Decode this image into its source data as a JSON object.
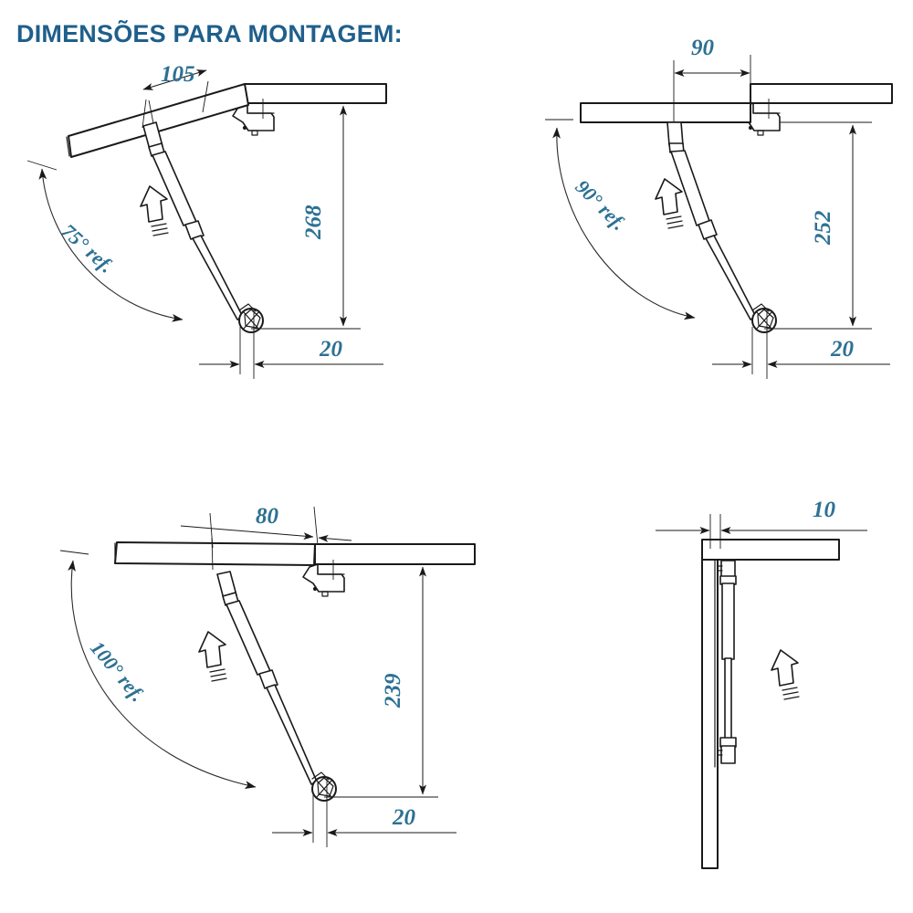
{
  "page": {
    "title": "DIMENSÕES PARA MONTAGEM:",
    "title_color": "#1f5f8b",
    "dimension_text_color": "#2d7193",
    "line_color": "#1a1a1a",
    "background": "#ffffff",
    "language": "pt-BR",
    "drawing_type": "technical-assembly-dimension-drawing",
    "subject": "gas spring lift support mounting dimensions"
  },
  "views": [
    {
      "id": "view-top-left",
      "position": "top-left",
      "description": "Flap door opened at 75 degrees with gas spring",
      "angle_label": "75° ref.",
      "angle_value": 75,
      "horizontal_dimension": "105",
      "vertical_dimension": "268",
      "offset_dimension": "20",
      "arrow_icon": "up-arrow-lift-icon"
    },
    {
      "id": "view-top-right",
      "position": "top-right",
      "description": "Flap door opened at 90 degrees with gas spring",
      "angle_label": "90° ref.",
      "angle_value": 90,
      "horizontal_dimension": "90",
      "vertical_dimension": "252",
      "offset_dimension": "20",
      "arrow_icon": "up-arrow-lift-icon"
    },
    {
      "id": "view-bottom-left",
      "position": "bottom-left",
      "description": "Flap door opened at 100 degrees with gas spring",
      "angle_label": "100° ref.",
      "angle_value": 100,
      "horizontal_dimension": "80",
      "vertical_dimension": "239",
      "offset_dimension": "20",
      "arrow_icon": "up-arrow-lift-icon"
    },
    {
      "id": "view-bottom-right",
      "position": "bottom-right",
      "description": "Side elevation view of cabinet with gas spring mounted on side panel",
      "angle_label": "",
      "angle_value": null,
      "horizontal_dimension": "",
      "vertical_dimension": "",
      "offset_dimension": "10",
      "arrow_icon": "up-arrow-lift-icon"
    }
  ],
  "labels": {
    "d105": "105",
    "d268": "268",
    "d20_a": "20",
    "a75": "75° ref.",
    "d90": "90",
    "d252": "252",
    "d20_b": "20",
    "a90": "90° ref.",
    "d80": "80",
    "d239": "239",
    "d20_c": "20",
    "a100": "100° ref.",
    "d10": "10"
  }
}
